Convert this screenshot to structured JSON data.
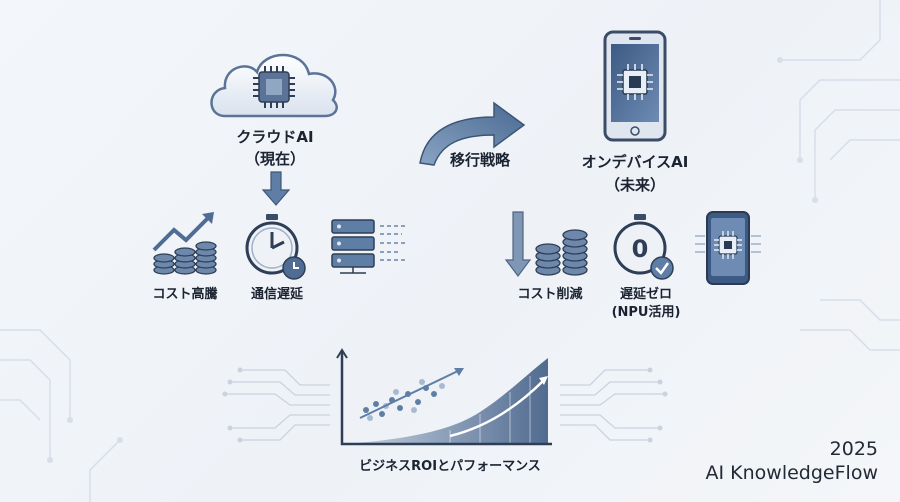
{
  "cloud": {
    "title": "クラウドAI",
    "sub": "（現在）"
  },
  "migration": {
    "label": "移行戦略"
  },
  "device": {
    "title": "オンデバイスAI",
    "sub": "（未来）"
  },
  "left_items": [
    {
      "label": "コスト高騰",
      "icon": "cost-up-icon"
    },
    {
      "label": "通信遅延",
      "icon": "latency-clock-icon"
    },
    {
      "label": "",
      "icon": "server-icon"
    }
  ],
  "right_items": [
    {
      "label": "コスト削減",
      "icon": "cost-down-icon"
    },
    {
      "label": "遅延ゼロ",
      "sub": "(NPU活用)",
      "icon": "zero-latency-icon"
    },
    {
      "label": "",
      "icon": "npu-phone-icon"
    }
  ],
  "chart": {
    "caption": "ビジネスROIとパフォーマンス"
  },
  "brand": {
    "year": "2025",
    "name": "AI KnowledgeFlow"
  },
  "colors": {
    "primary": "#4a6a92",
    "dark": "#2e3e56",
    "light": "#b7c6da"
  }
}
